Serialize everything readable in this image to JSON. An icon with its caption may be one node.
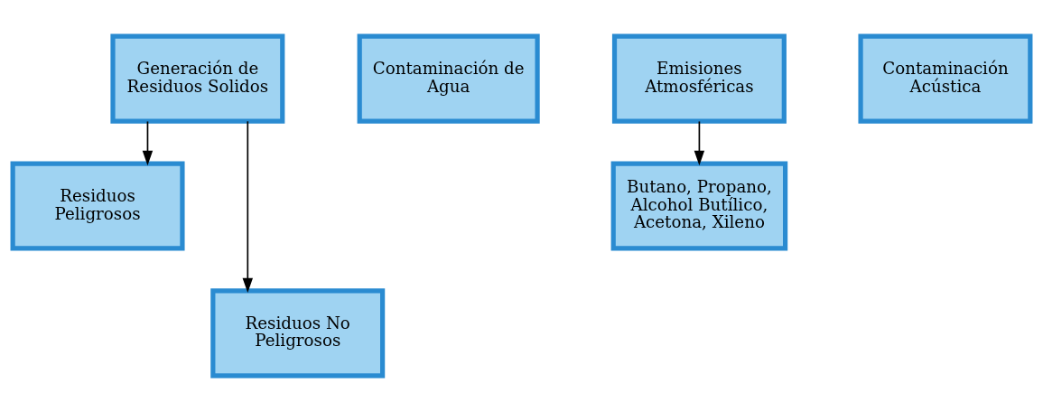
{
  "diagram": {
    "nodes": [
      {
        "text": [
          "Generación de Residuos Solidos"
        ]
      },
      {
        "text": [
          "Contaminación de Agua"
        ]
      },
      {
        "text": [
          "Emisiones Atmosféricas"
        ]
      },
      {
        "text": [
          "Contaminación Acústica"
        ]
      },
      {
        "text": [
          "Residuos Peligrosos"
        ]
      },
      {
        "text": [
          "Residuos No Peligrosos"
        ]
      },
      {
        "text": [
          "Butano, Propano, Alcohol Butílico, Acetona, Xileno"
        ]
      }
    ],
    "edges": [
      {
        "from": 0,
        "to": 4,
        "arrow": "to"
      },
      {
        "from": 0,
        "to": 5,
        "arrow": "to"
      },
      {
        "from": 2,
        "to": 6,
        "arrow": "to"
      }
    ]
  }
}
